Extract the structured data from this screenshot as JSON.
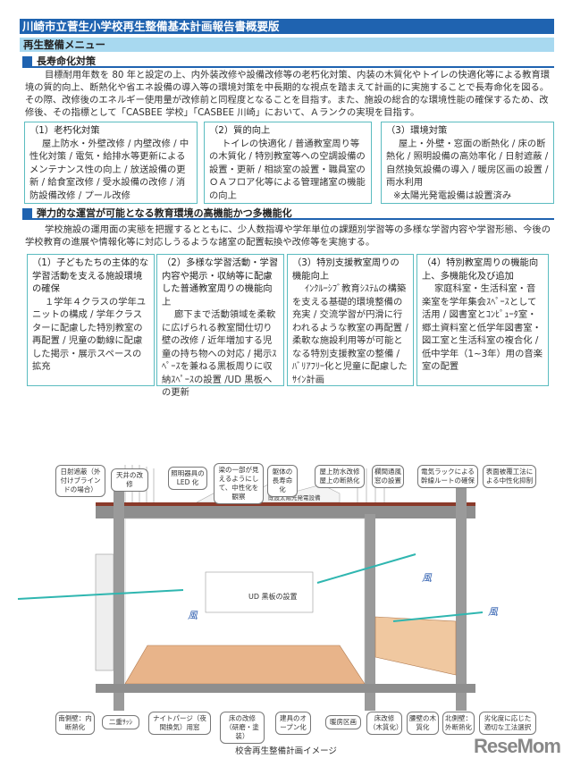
{
  "title": "川崎市立菅生小学校再生整備基本計画報告書概要版",
  "menu": "再生整備メニュー",
  "section1": {
    "heading": "長寿命化対策",
    "paragraph": "目標耐用年数を 80 年と設定の上、内外装改修や設備改修等の老朽化対策、内装の木質化やトイレの快適化等による教育環境の質的向上、断熱化や省エネ設備の導入等の環境対策を中長期的な視点を踏まえて計画的に実施することで長寿命化を図る。その際、改修後のエネルギー使用量が改修前と同程度となることを目指す。また、施設の総合的な環境性能の確保するため、改修後、その指標として「CASBEE 学校」「CASBEE 川崎」において、Ａランクの実現を目指す。",
    "boxes": [
      {
        "heading": "（1）老朽化対策",
        "body": "屋上防水・外壁改修 / 内壁改修 / 中性化対策 / 電気・給排水等更新によるメンテナンス性の向上 / 放送設備の更新 / 給食室改修 / 受水設備の改修 / 消防設備改修 / プール改修"
      },
      {
        "heading": "（2）質的向上",
        "body": "トイレの快適化 / 普通教室周り等の木質化 / 特別教室等への空調設備の設置・更新 / 相談室の設置・職員室のＯＡフロア化等による管理諸室の機能の向上"
      },
      {
        "heading": "（3）環境対策",
        "body": "屋上・外壁・窓面の断熱化 / 床の断熱化 / 照明設備の高効率化 / 日射遮蔽 / 自然換気設備の導入 / 暖房区画の設置 / 雨水利用",
        "note": "※太陽光発電設備は設置済み"
      }
    ]
  },
  "section2": {
    "heading": "弾力的な運営が可能となる教育環境の高機能かつ多機能化",
    "paragraph": "学校施設の運用面の実態を把握するとともに、少人数指導や学年単位の課題別学習等の多様な学習内容や学習形態、今後の学校教育の進展や情報化等に対応しうるような諸室の配置転換や改修等を実施する。",
    "boxes": [
      {
        "heading": "（1）子どもたちの主体的な学習活動を支える施設環境の確保",
        "body": "１学年４クラスの学年ユニットの構成 / 学年クラスターに配慮した特別教室の再配置 / 児童の動線に配慮した掲示・展示スペースの拡充"
      },
      {
        "heading": "（2）多様な学習活動・学習内容や掲示・収納等に配慮した普通教室周りの機能向上",
        "body": "廊下まで活動領域を柔軟に広げられる教室間仕切り壁の改修 / 近年増加する児童の持ち物への対応 / 掲示ｽﾍﾟｰｽを兼ねる黒板周りに収納ｽﾍﾟｰｽの設置 /UD 黒板への更新"
      },
      {
        "heading": "（3）特別支援教室周りの機能向上",
        "body": "ｲﾝｸﾙｰｼﾌﾞ教育ｼｽﾃﾑの構築を支える基礎的環境整備の充実 / 交流学習が円滑に行われるような教室の再配置 / 柔軟な施設利用等が可能となる特別支援教室の整備 / ﾊﾞﾘｱﾌﾘｰ化と児童に配慮したｻｲﾝ計画"
      },
      {
        "heading": "（4）特別教室周りの機能向上、多機能化及び追加",
        "body": "家庭科室・生活科室・音楽室を学年集会ｽﾍﾟｰｽとして活用 / 図書室とｺﾝﾋﾟｭｰﾀ室・郷土資料室と低学年図書室・図工室と生活科室の複合化 / 低中学年（1~3年）用の音楽室の配置"
      }
    ]
  },
  "diagram": {
    "top_labels": [
      "日射遮蔽（外付けブラインドの場合）",
      "天井の改修",
      "照明器具のLED 化",
      "梁の一部が見えるようにして、中性化を観察",
      "躯体の長寿命化",
      "屋上防水改修 屋上の断熱化",
      "欄間通風窓の設置",
      "電気ラックによる幹線ルートの確保",
      "表面被覆工法による中性化抑制"
    ],
    "bottom_labels": [
      "南側壁：内断熱化",
      "二重ｻｯｼ",
      "ナイトパージ（夜間換気）用窓",
      "床の改修（研磨・塗装）",
      "建具のオープン化",
      "暖房区画",
      "床改修（木質化）",
      "腰壁の木質化",
      "北側壁：外断熱化",
      "劣化度に応じた適切な工法選択"
    ],
    "inner_labels": {
      "solar": "既設太陽光発電設備",
      "blackboard": "UD 黒板の設置",
      "wind": "風"
    },
    "caption": "校舎再生整備計画イメージ"
  },
  "watermark": "ReseMom",
  "colors": {
    "title_bar": "#1f63b0",
    "menu_bar": "#a8d9f0",
    "box_border": "#5bbcc0",
    "wind": "#2fb6b0"
  }
}
